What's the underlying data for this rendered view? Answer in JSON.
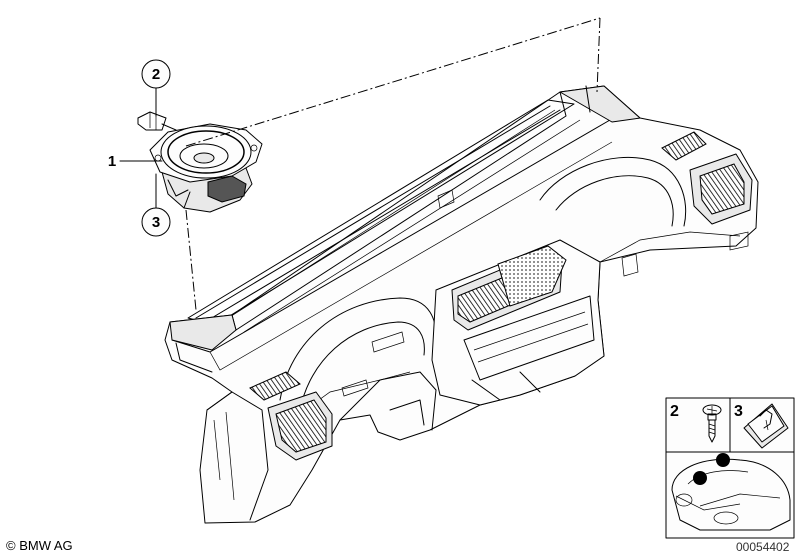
{
  "callouts": {
    "label_1": "1",
    "label_2": "2",
    "label_3": "3"
  },
  "inset": {
    "label_2": "2",
    "label_3": "3"
  },
  "footer": {
    "copyright": "© BMW AG",
    "document_number": "00054402"
  }
}
